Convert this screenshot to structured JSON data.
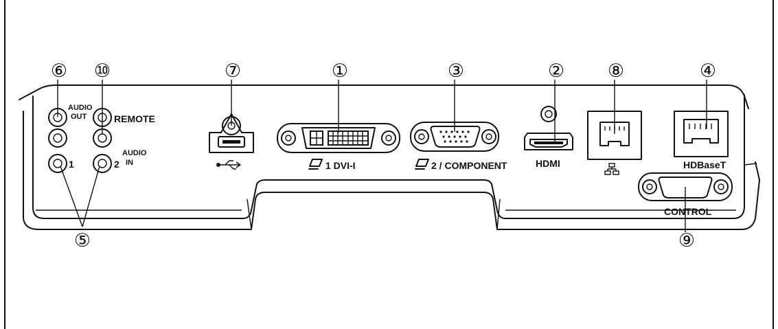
{
  "callouts": {
    "c6": "⑥",
    "c10": "⑩",
    "c7": "⑦",
    "c1": "①",
    "c3": "③",
    "c2": "②",
    "c8": "⑧",
    "c4": "④",
    "c5": "⑤",
    "c9": "⑨"
  },
  "labels": {
    "audio_out_1": "AUDIO",
    "audio_out_2": "OUT",
    "remote": "REMOTE",
    "audio_in_1": "AUDIO",
    "audio_in_2": "IN",
    "jack_1": "1",
    "jack_2": "2",
    "dvi": "1 DVI-I",
    "component": "2 / COMPONENT",
    "hdmi": "HDMI",
    "hdbaset": "HDBaseT",
    "control": "CONTROL"
  },
  "icons": {
    "usb": "usb-icon",
    "lan": "network-icon",
    "computer": "computer-input-icon"
  }
}
